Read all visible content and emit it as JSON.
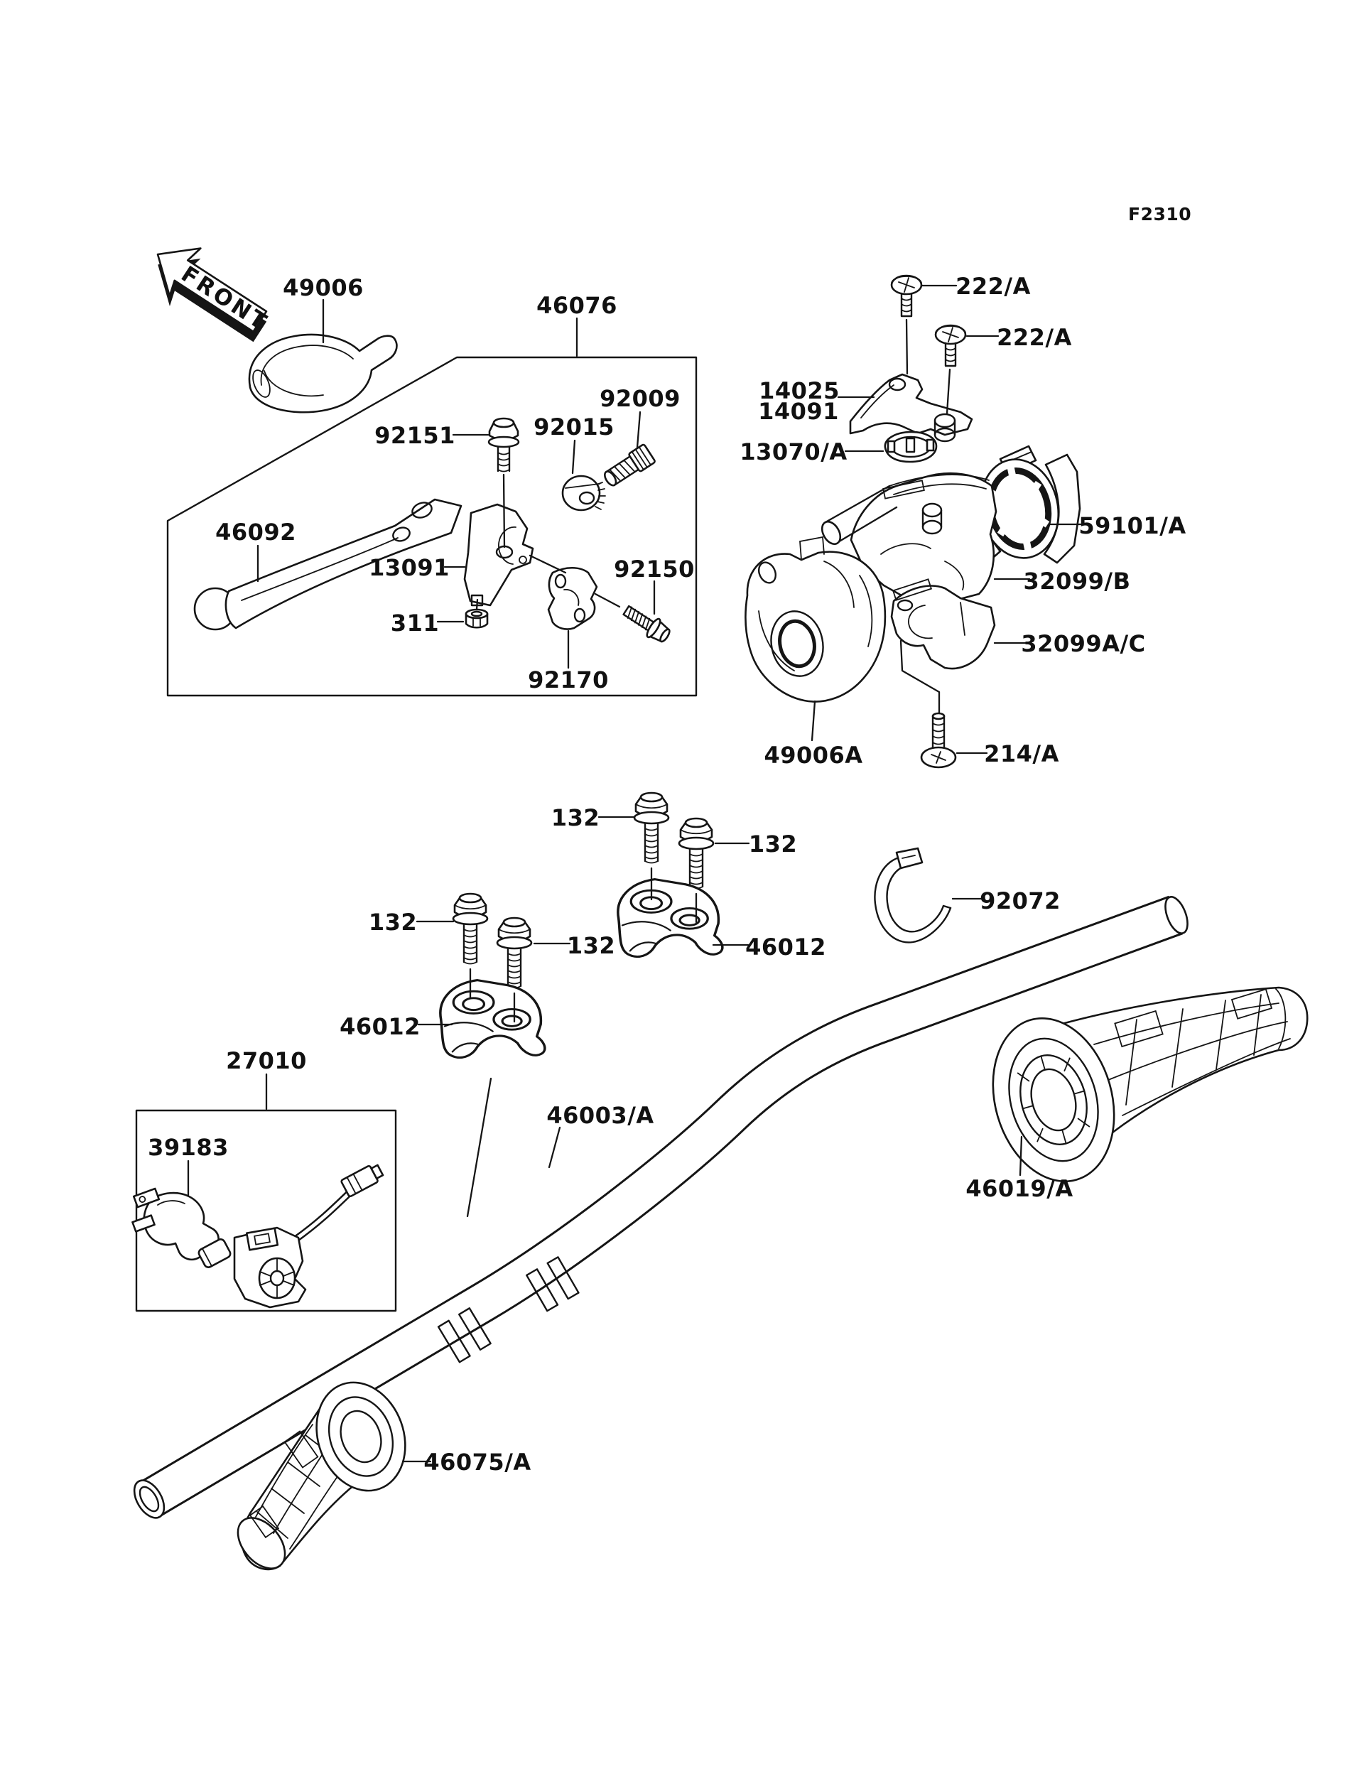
{
  "document": {
    "figure_code": "F2310",
    "front_marker": "FRONT"
  },
  "part_labels": {
    "l49006": "49006",
    "l46076": "46076",
    "l92151": "92151",
    "l92015": "92015",
    "l92009": "92009",
    "l46092": "46092",
    "l13091": "13091",
    "l311": "311",
    "l92170": "92170",
    "l92150": "92150",
    "l222a_1": "222/A",
    "l222a_2": "222/A",
    "l14025": "14025",
    "l14091": "14091",
    "l13070a": "13070/A",
    "l59101a": "59101/A",
    "l32099b": "32099/B",
    "l32099ac": "32099A/C",
    "l49006a": "49006A",
    "l214a": "214/A",
    "l132_1": "132",
    "l132_2": "132",
    "l132_3": "132",
    "l132_4": "132",
    "l46012_r": "46012",
    "l46012_l": "46012",
    "l92072": "92072",
    "l27010": "27010",
    "l39183": "39183",
    "l46003a": "46003/A",
    "l46019a": "46019/A",
    "l46075a": "46075/A"
  }
}
